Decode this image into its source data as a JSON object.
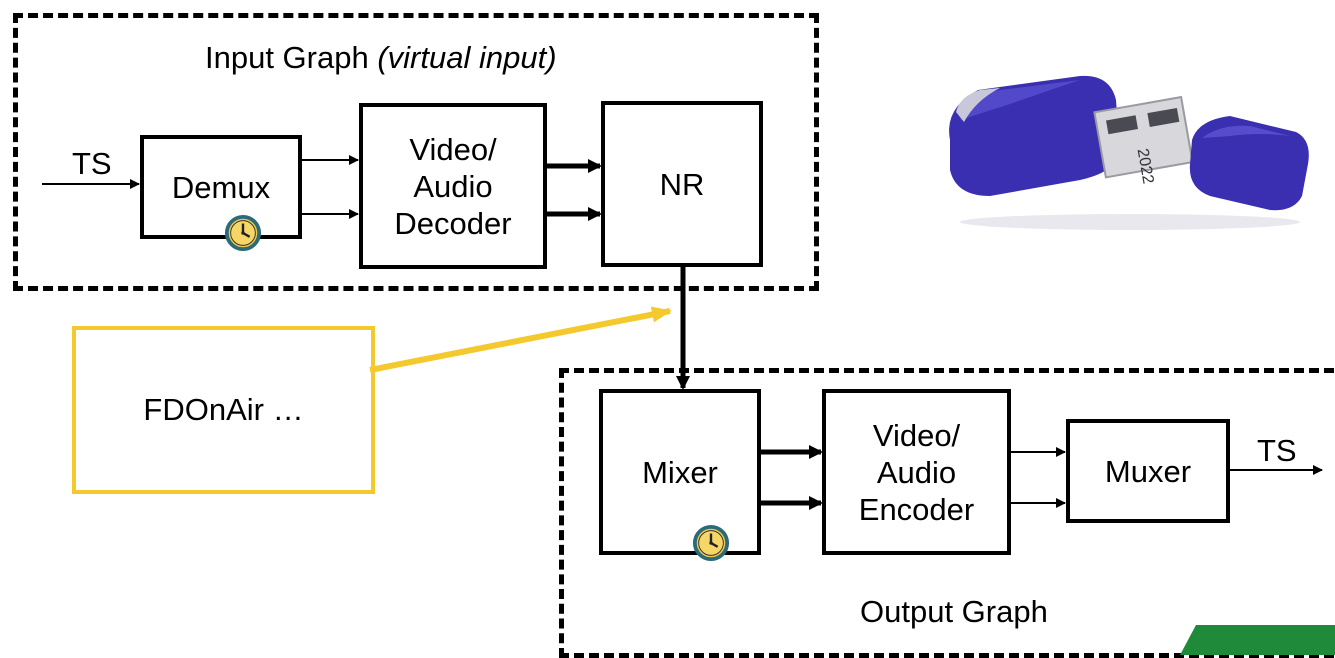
{
  "input_graph": {
    "title": "Input Graph",
    "subtitle": "(virtual input)",
    "ts_label": "TS",
    "demux": "Demux",
    "decoder": "Video/\nAudio\nDecoder",
    "nr": "NR"
  },
  "output_graph": {
    "title": "Output Graph",
    "mixer": "Mixer",
    "encoder": "Video/\nAudio\nEncoder",
    "muxer": "Muxer",
    "ts_label": "TS"
  },
  "note": {
    "text": "FDOnAir …",
    "border_color": "#f3c92e"
  },
  "usb_stick": {
    "print_year": "2022",
    "body_color": "#3a2fb0"
  },
  "icons": [
    "clock-icon",
    "usb-dongle-icon"
  ]
}
